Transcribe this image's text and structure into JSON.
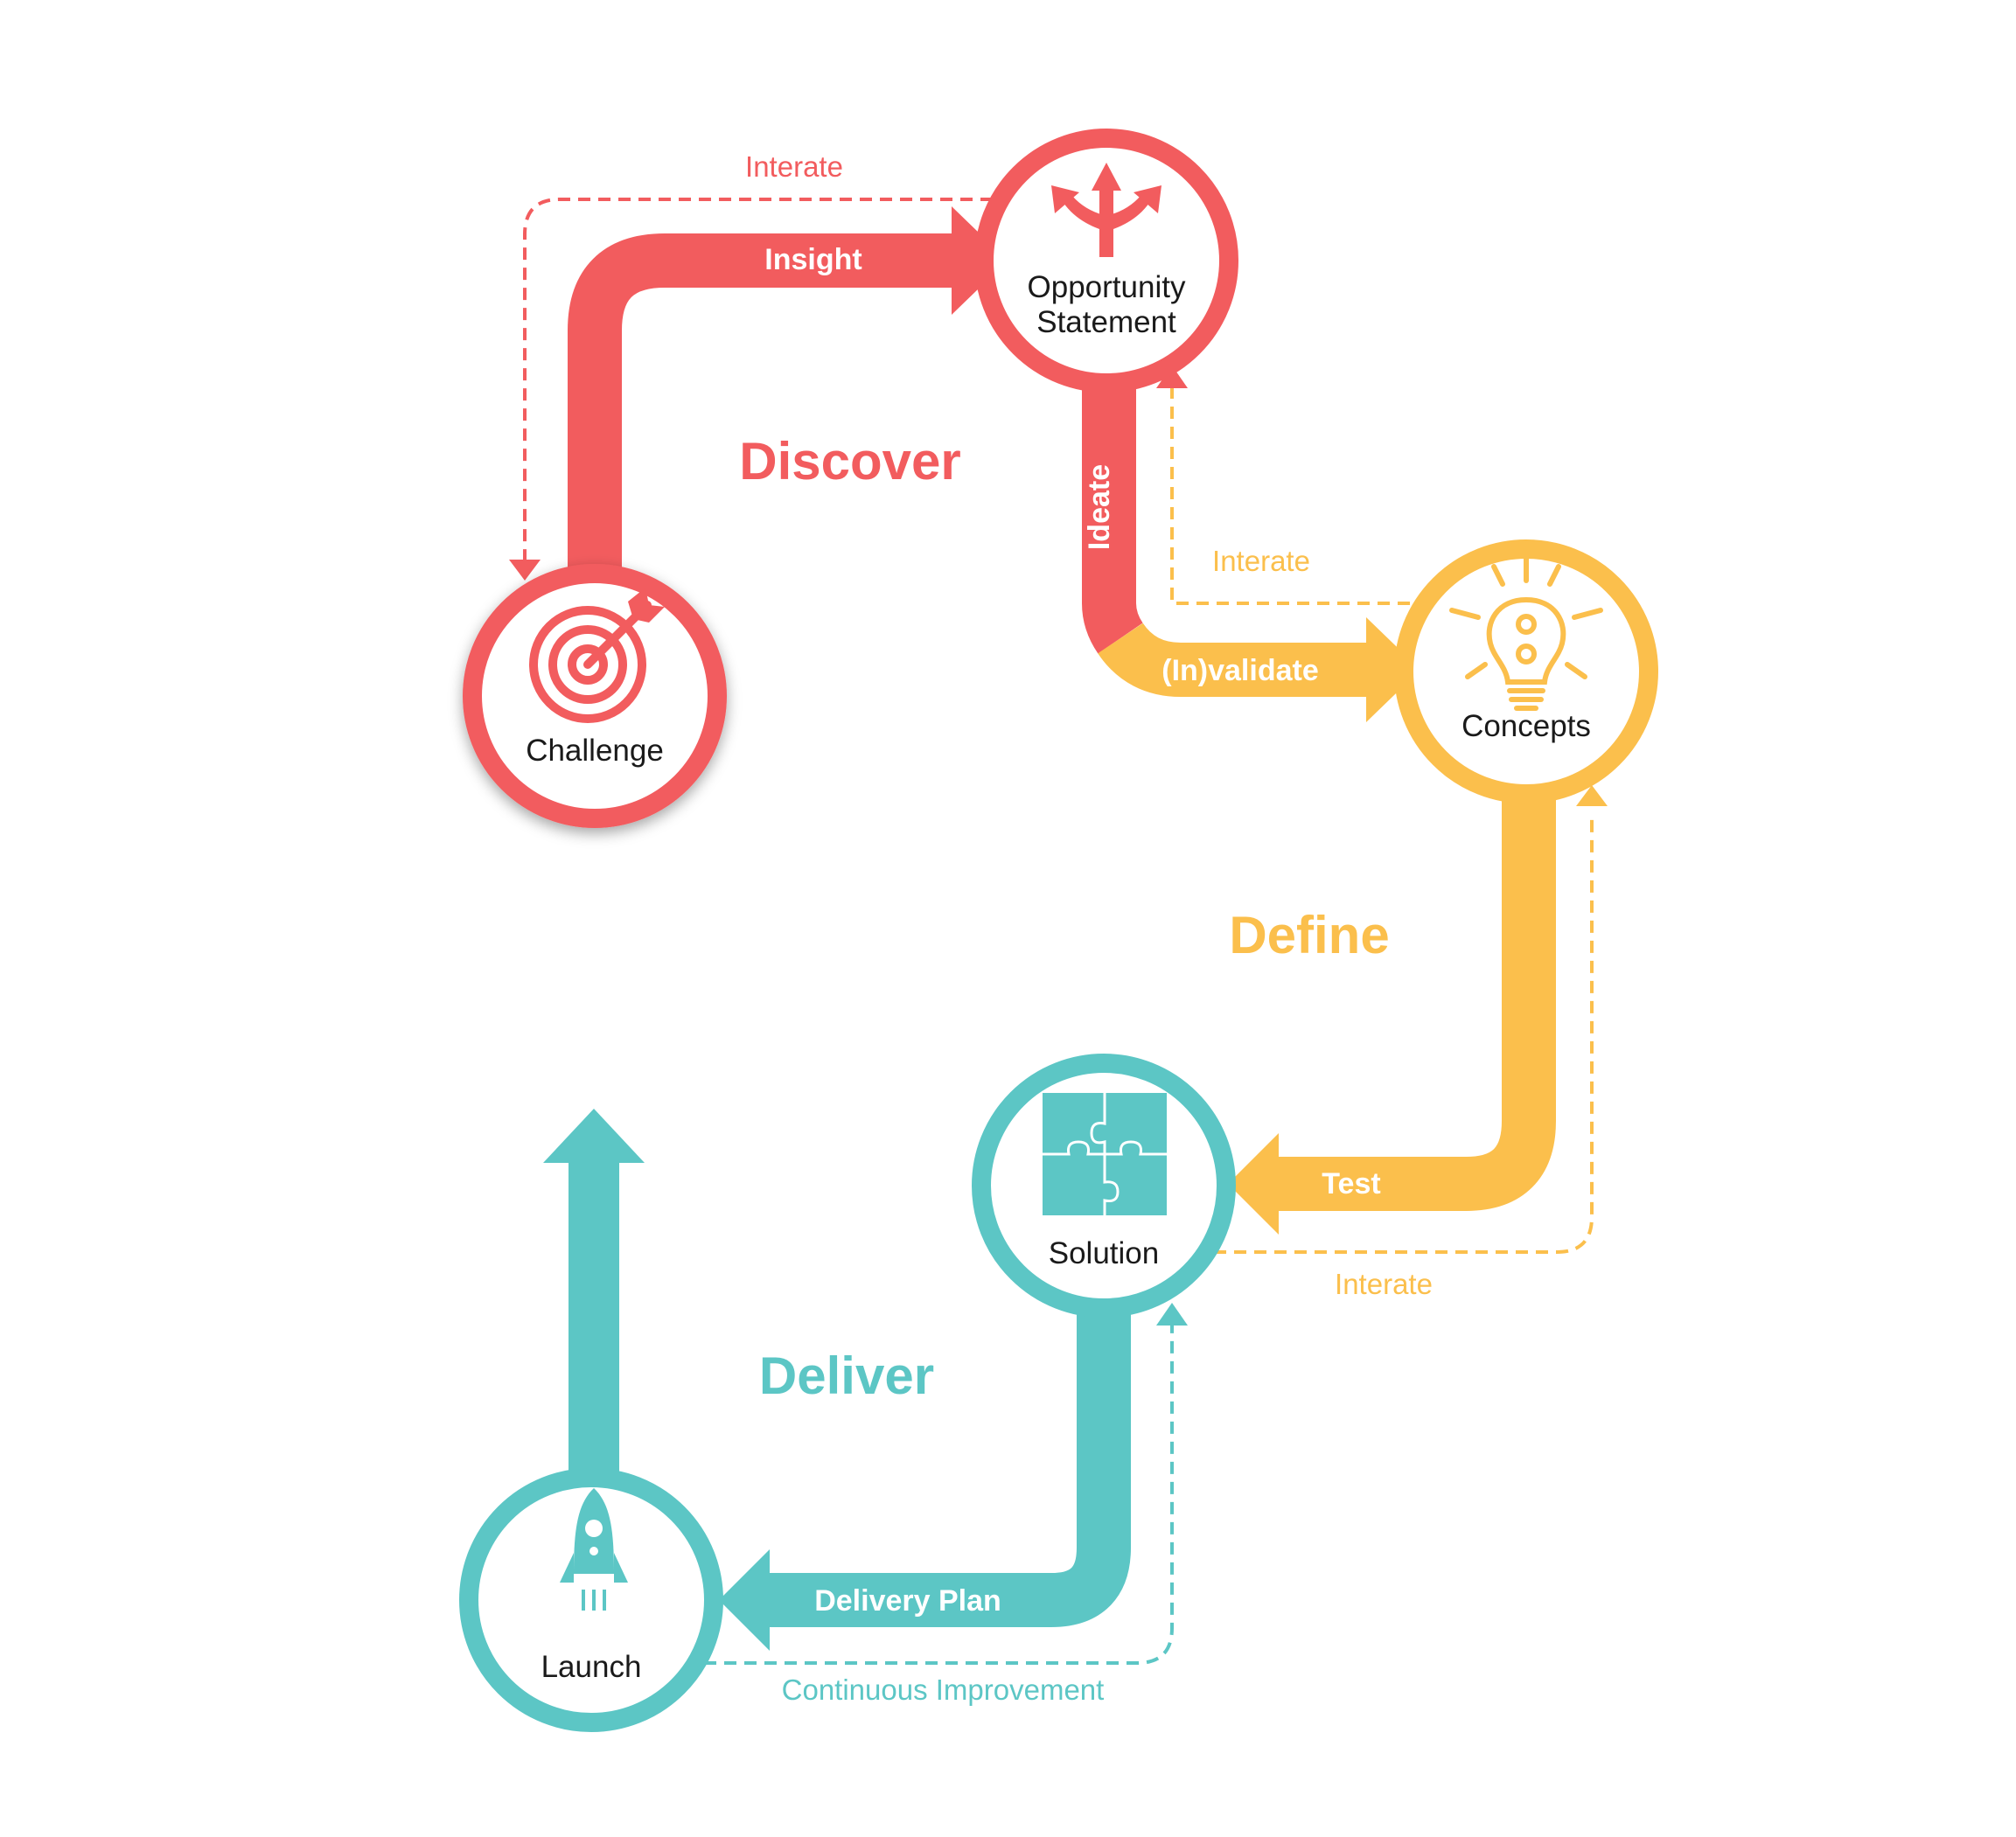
{
  "colors": {
    "discover": "#F25C5E",
    "define": "#FBBF4C",
    "deliver": "#5CC6C5",
    "text": "#1A1A1A",
    "background": "#FFFFFF"
  },
  "phases": {
    "discover": "Discover",
    "define": "Define",
    "deliver": "Deliver"
  },
  "nodes": {
    "challenge": {
      "label": "Challenge",
      "icon": "target-icon"
    },
    "opportunity": {
      "label_line1": "Opportunity",
      "label_line2": "Statement",
      "icon": "diverging-arrows-icon"
    },
    "concepts": {
      "label": "Concepts",
      "icon": "lightbulb-gears-icon"
    },
    "solution": {
      "label": "Solution",
      "icon": "puzzle-icon"
    },
    "launch": {
      "label": "Launch",
      "icon": "rocket-icon"
    }
  },
  "arrows": {
    "insight": "Insight",
    "ideate": "Ideate",
    "invalidate": "(In)validate",
    "test": "Test",
    "delivery_plan": "Delivery Plan"
  },
  "loops": {
    "discover_iterate": "Interate",
    "define_iterate": "Interate",
    "solution_iterate": "Interate",
    "continuous_improvement": "Continuous Improvement"
  }
}
